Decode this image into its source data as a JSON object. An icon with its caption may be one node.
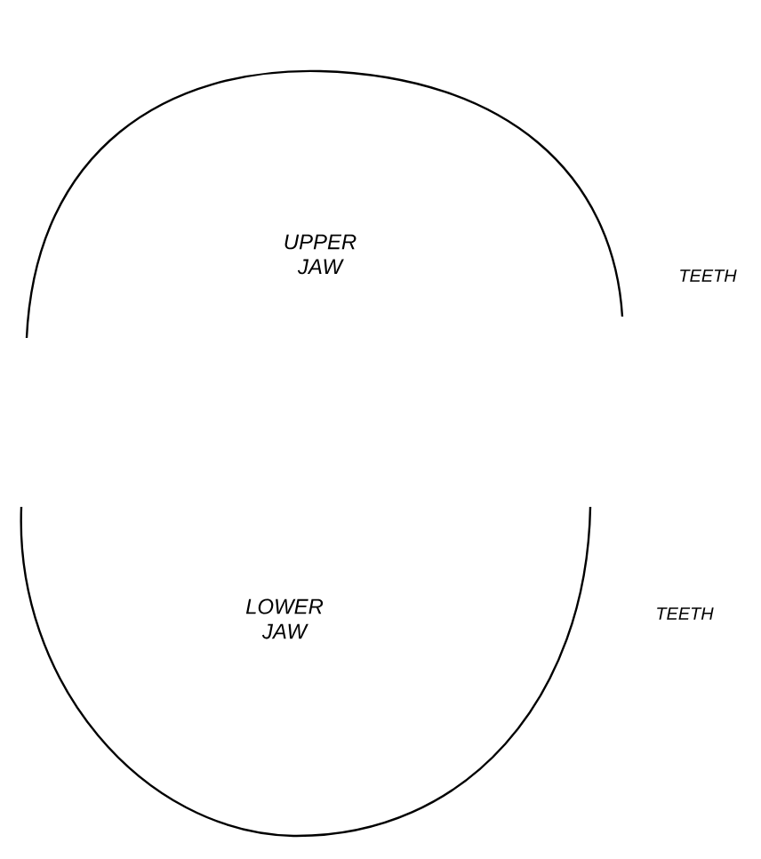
{
  "diagram": {
    "nodes": [
      {
        "text": [
          "UPPER JAW"
        ],
        "beside": [
          "TEETH"
        ]
      },
      {
        "text": [
          "LOWER JAW"
        ],
        "beside": [
          "TEETH"
        ]
      }
    ],
    "edges": []
  }
}
